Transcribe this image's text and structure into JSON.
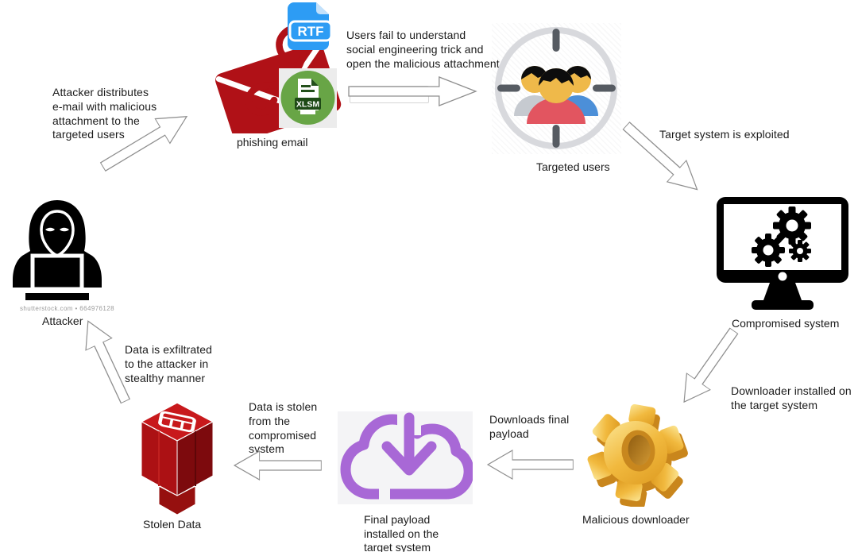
{
  "diagram": {
    "watermark": "shutterstock.com • 664976128",
    "nodes": {
      "attacker": {
        "label": "Attacker",
        "icon": "hacker-hoodie-laptop-icon"
      },
      "phishing_email": {
        "label": "phishing email",
        "icon": "envelope-fishhook-icon",
        "rtf_badge": "RTF",
        "xlsm_badge": "XLSM"
      },
      "targeted_users": {
        "label": "Targeted users",
        "icon": "users-crosshair-icon"
      },
      "compromised_system": {
        "label": "Compromised system",
        "icon": "monitor-gears-icon"
      },
      "malicious_downloader": {
        "label": "Malicious downloader",
        "icon": "gold-gear-icon"
      },
      "final_payload": {
        "label": "Final payload\ninstalled on the\ntarget system",
        "icon": "cloud-download-icon"
      },
      "stolen_data": {
        "label": "Stolen Data",
        "icon": "red-database-icon"
      }
    },
    "edges": {
      "attacker_to_phishing": {
        "text": "Attacker distributes\ne-mail with malicious\nattachment to the\ntargeted users",
        "direction": "up-right"
      },
      "phishing_to_users": {
        "text": "Users fail to understand\nsocial engineering trick and\nopen the malicious attachment",
        "direction": "right"
      },
      "users_to_compromised": {
        "text": "Target system is exploited",
        "direction": "down-right"
      },
      "compromised_to_downloader": {
        "text": "Downloader installed on\nthe target system",
        "direction": "down-left"
      },
      "downloader_to_payload": {
        "text": "Downloads final\npayload",
        "direction": "left"
      },
      "payload_to_stolen": {
        "text": "Data is stolen\nfrom the\ncompromised\nsystem",
        "direction": "left"
      },
      "stolen_to_attacker": {
        "text": "Data is exfiltrated\nto the attacker in\nstealthy manner",
        "direction": "up-left"
      }
    },
    "colors": {
      "envelope_red": "#B01117",
      "rtf_blue": "#2D9CF4",
      "xlsm_green": "#68A546",
      "users_red_shirt": "#E25560",
      "users_blue_shirt": "#4C8FD8",
      "users_gray_shirt": "#C6CAD0",
      "skin_tone": "#EFB94A",
      "monitor_black": "#000000",
      "downloader_gold": "#F1B93E",
      "payload_purple": "#A868D6",
      "stolen_data_red": "#C8191C",
      "arrow_outline": "#8F8F8F",
      "text": "#1B1B1B"
    }
  }
}
